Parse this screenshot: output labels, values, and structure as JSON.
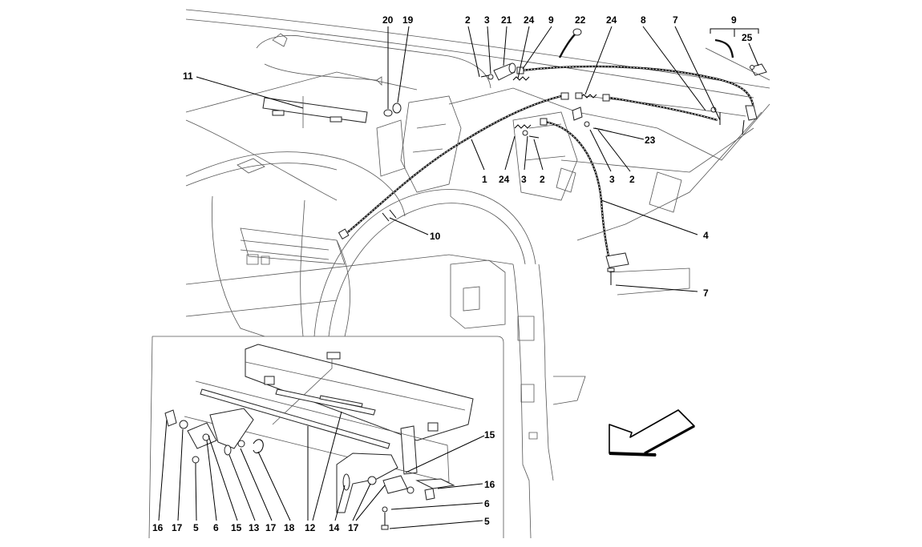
{
  "labels_top": {
    "l11": "11",
    "l20": "20",
    "l19": "19",
    "l2a": "2",
    "l3a": "3",
    "l21": "21",
    "l24a": "24",
    "l9a": "9",
    "l22": "22",
    "l24b": "24",
    "l8": "8",
    "l7a": "7",
    "l9b": "9",
    "l25": "25",
    "l23": "23",
    "l1": "1",
    "l24c": "24",
    "l3b": "3",
    "l2b": "2",
    "l3c": "3",
    "l2c": "2",
    "l10": "10",
    "l4": "4",
    "l7b": "7"
  },
  "labels_inset": {
    "l15a": "15",
    "l16a": "16",
    "l6a": "6",
    "l5a": "5",
    "b16": "16",
    "b17a": "17",
    "b5": "5",
    "b6": "6",
    "b15": "15",
    "b13": "13",
    "b17b": "17",
    "b18": "18",
    "b12": "12",
    "b14": "14",
    "b17c": "17"
  },
  "direction_arrow": "front-direction-arrow"
}
